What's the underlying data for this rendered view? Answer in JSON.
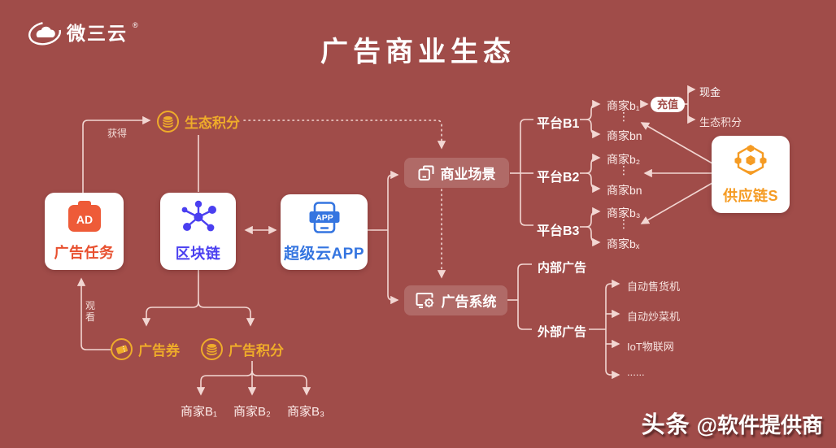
{
  "page": {
    "background": "#a04c49",
    "title": "广告商业生态"
  },
  "logo": {
    "brand": "微三云",
    "registered_mark": "®",
    "icon": "cloud-icon"
  },
  "watermark": {
    "platform": "头条",
    "handle": "@软件提供商"
  },
  "labels": {
    "gain": "获得",
    "watch": "观看"
  },
  "nodes": {
    "eco_points": {
      "label": "生态积分",
      "icon": "coins-icon",
      "color": "#efac2a"
    },
    "ad_task": {
      "label": "广告任务",
      "icon": "ad-briefcase-icon",
      "icon_text": "AD",
      "color": "#e8502f"
    },
    "blockchain": {
      "label": "区块链",
      "icon": "network-icon",
      "color": "#4a3ff0"
    },
    "super_app": {
      "label": "超级云APP",
      "icon": "phone-app-icon",
      "icon_text": "APP",
      "color": "#3575e0"
    },
    "ad_coupon": {
      "label": "广告券",
      "icon": "ticket-icon",
      "color": "#efac2a"
    },
    "ad_points": {
      "label": "广告积分",
      "icon": "coins-icon",
      "color": "#efac2a"
    },
    "business_scene": {
      "label": "商业场景",
      "icon": "copy-windows-icon"
    },
    "ad_system": {
      "label": "广告系统",
      "icon": "monitor-gear-icon"
    },
    "supply_chain": {
      "label": "供应链S",
      "icon": "hexagon-chain-icon",
      "color": "#f59b23"
    }
  },
  "bottom_merchants": [
    {
      "label": "商家B₁"
    },
    {
      "label": "商家B₂"
    },
    {
      "label": "商家B₃"
    }
  ],
  "platforms": [
    {
      "label": "平台B1",
      "merchant_top": "商家b₁",
      "ellipsis": "⋮",
      "merchant_bottom": "商家bn"
    },
    {
      "label": "平台B2",
      "merchant_top": "商家b₂",
      "ellipsis": "⋮",
      "merchant_bottom": "商家bn"
    },
    {
      "label": "平台B3",
      "merchant_top": "商家b₃",
      "ellipsis": "⋮",
      "merchant_bottom": "商家bₓ"
    }
  ],
  "recharge": {
    "label": "充值",
    "outputs": {
      "cash": "现金",
      "eco_points": "生态积分"
    }
  },
  "ad_channels": {
    "internal": "内部广告",
    "external": "外部广告",
    "external_items": [
      "自动售货机",
      "自动炒菜机",
      "IoT物联网",
      "......"
    ]
  },
  "colors": {
    "background": "#a04c49",
    "gold": "#efac2a",
    "ad_orange": "#ee5b38",
    "blockchain_blue": "#4a3ff0",
    "app_blue": "#3575e0",
    "supply_orange": "#f59b23",
    "connector_line": "#f2d6d2"
  }
}
